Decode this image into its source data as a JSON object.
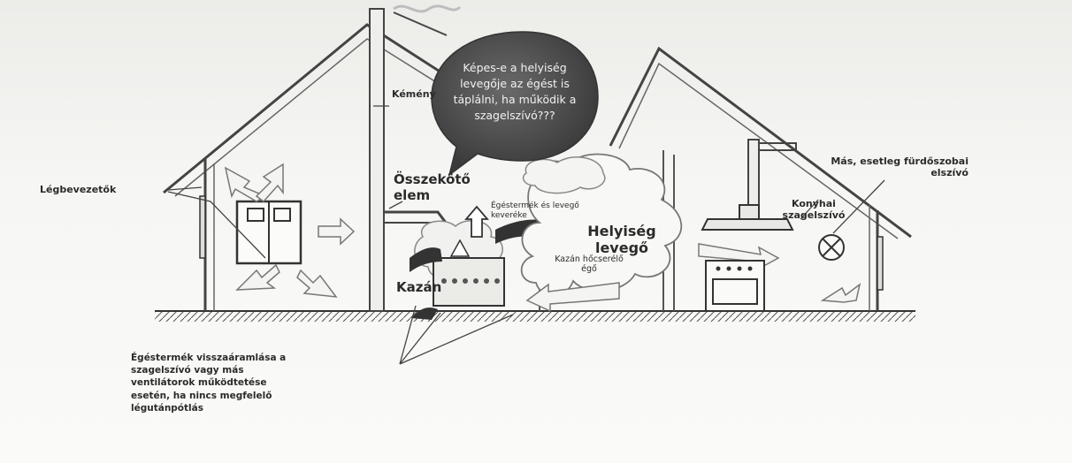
{
  "diagram": {
    "bubble_text": "Képes-e a helyiség levegője az égést is táplálni, ha működik a szagelszívó???",
    "labels": {
      "chimney": "Kémény",
      "air_inlets": "Légbevezetők",
      "connector": "Összekötő elem",
      "flue_gas_mix": "Égéstermék és levegő keveréke",
      "room_air": "Helyiség levegő",
      "boiler": "Kazán",
      "heat_exchanger": "Kazán hőcserélő égő",
      "other_extractor": "Más, esetleg fürdőszobai elszívó",
      "kitchen_hood": "Konyhai szagelszívó",
      "backflow_note": "Égéstermék visszaáramlása a szagelszívó vagy más ventilátorok működtetése esetén, ha nincs megfelelő légutánpótlás"
    }
  }
}
